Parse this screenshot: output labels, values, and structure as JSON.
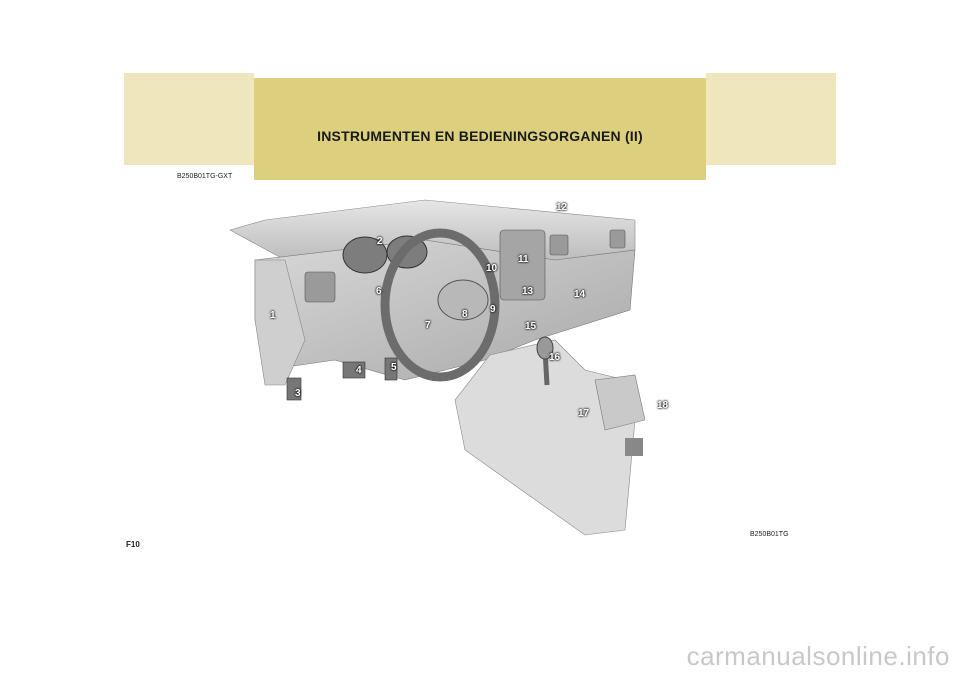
{
  "header": {
    "title": "INSTRUMENTEN EN BEDIENINGSORGANEN (II)"
  },
  "figure": {
    "top_code": "B250B01TG-GXT",
    "bottom_code": "B250B01TG",
    "callouts": [
      "1",
      "2",
      "3",
      "4",
      "5",
      "6",
      "7",
      "8",
      "9",
      "10",
      "11",
      "12",
      "13",
      "14",
      "15",
      "16",
      "17",
      "18"
    ]
  },
  "footer": {
    "page_number": "F10"
  },
  "watermark": {
    "text": "carmanualsonline.info"
  }
}
